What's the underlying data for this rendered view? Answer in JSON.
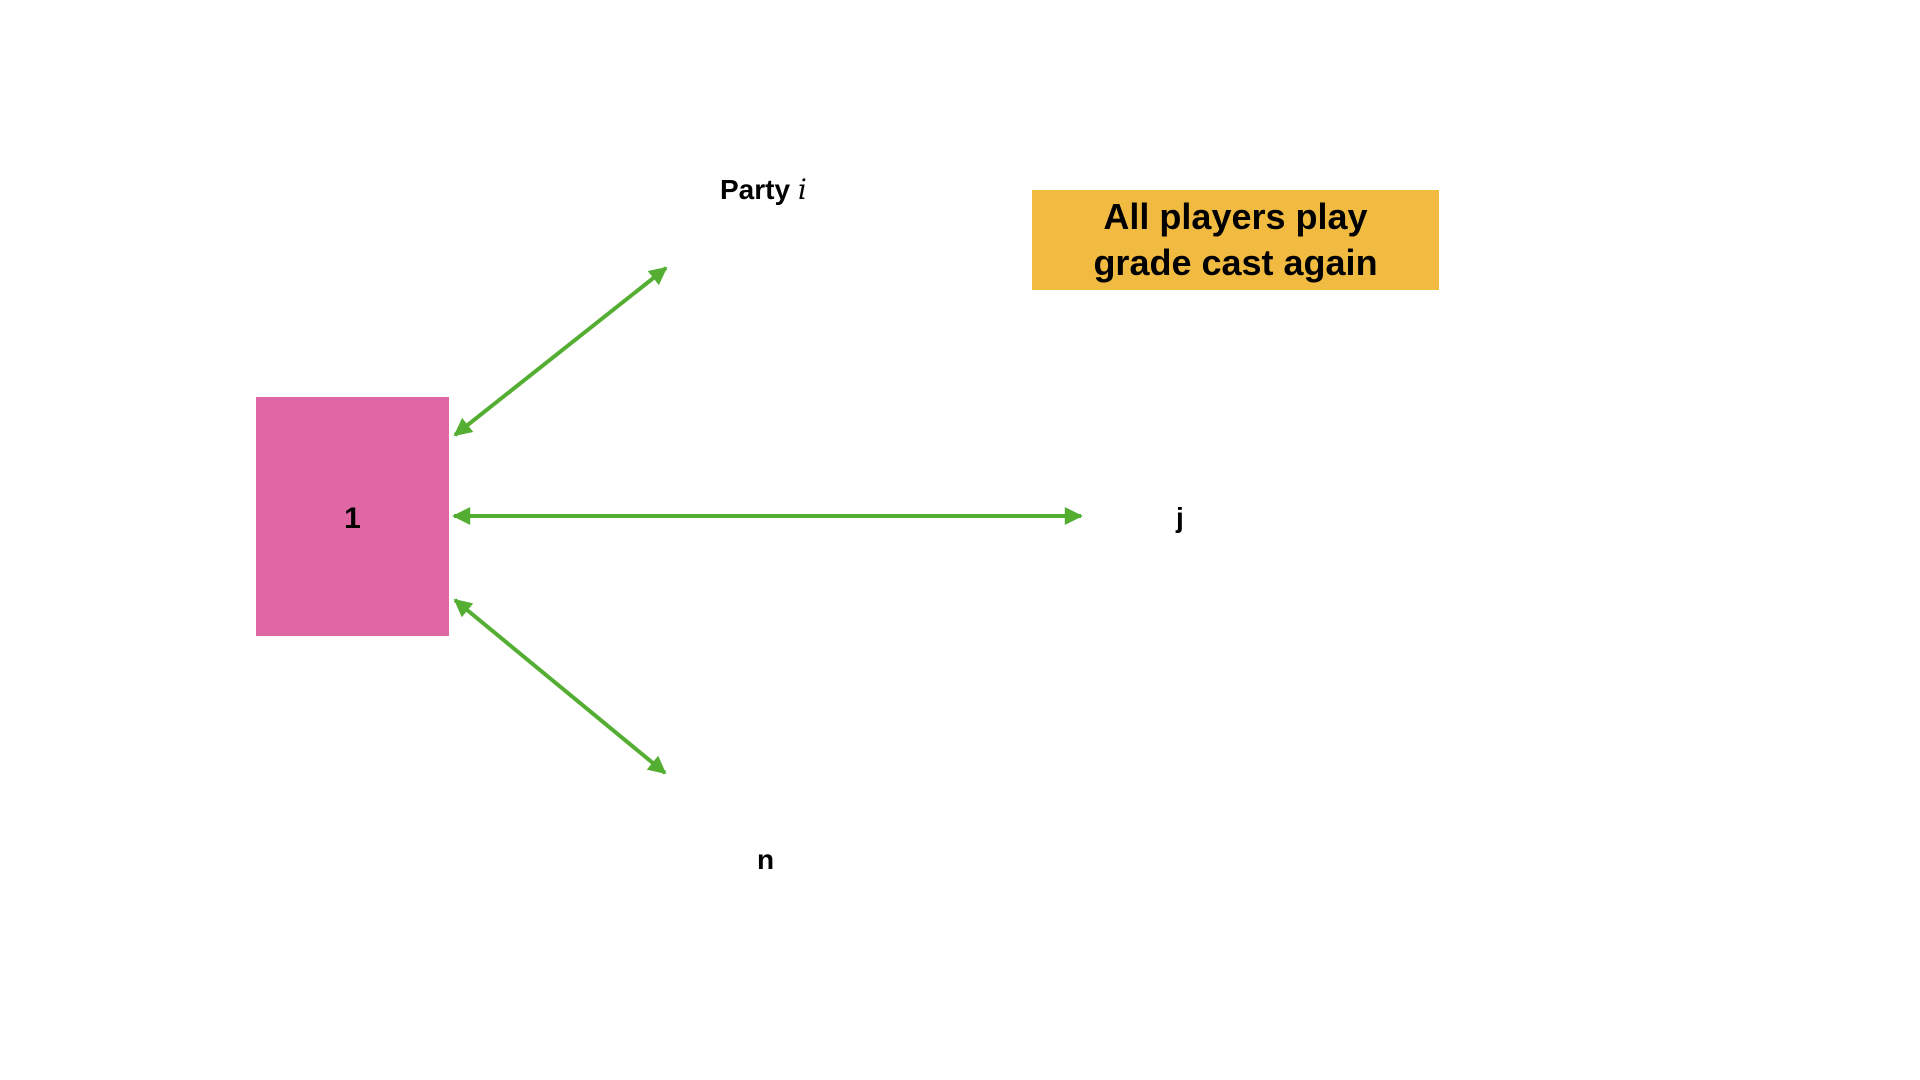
{
  "nodes": {
    "center": {
      "label": "1"
    },
    "party_i": {
      "prefix": "Party ",
      "var": "i"
    },
    "party_j": {
      "label": "j"
    },
    "party_n": {
      "label": "n"
    }
  },
  "note": {
    "text": "All players play grade cast again"
  },
  "edges": [
    {
      "from": "1",
      "to": "i",
      "bidirectional": true
    },
    {
      "from": "1",
      "to": "j",
      "bidirectional": true
    },
    {
      "from": "1",
      "to": "n",
      "bidirectional": true
    }
  ],
  "colors": {
    "node_fill": "#DF67A3",
    "note_fill": "#F0BB40",
    "arrow": "#53AE32"
  }
}
